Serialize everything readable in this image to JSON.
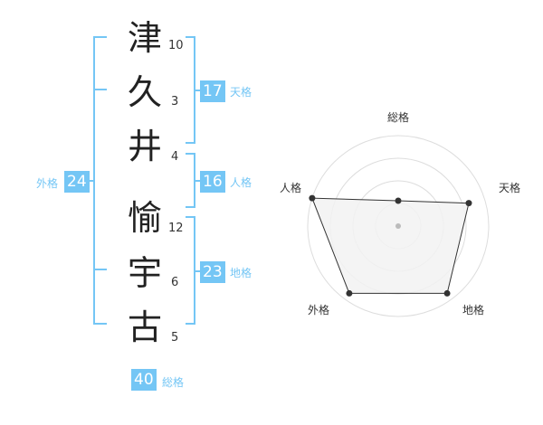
{
  "name_chars": [
    {
      "char": "津",
      "strokes": "10"
    },
    {
      "char": "久",
      "strokes": "3"
    },
    {
      "char": "井",
      "strokes": "4"
    },
    {
      "char": "愉",
      "strokes": "12"
    },
    {
      "char": "宇",
      "strokes": "6"
    },
    {
      "char": "古",
      "strokes": "5"
    }
  ],
  "fortunes": {
    "tenkaku": {
      "label": "天格",
      "value": "17"
    },
    "jinkaku": {
      "label": "人格",
      "value": "16"
    },
    "chikaku": {
      "label": "地格",
      "value": "23"
    },
    "gaikaku": {
      "label": "外格",
      "value": "24"
    },
    "soukaku": {
      "label": "総格",
      "value": "40"
    }
  },
  "colors": {
    "accent": "#74c6f5",
    "text": "#222222",
    "radar_fill": "#f2f2f2",
    "radar_grid": "#dddddd"
  },
  "chart_data": {
    "type": "radar",
    "axes": [
      "総格",
      "天格",
      "地格",
      "外格",
      "人格"
    ],
    "values": [
      0.28,
      0.82,
      0.92,
      0.92,
      1.0
    ],
    "rmax": 1.0,
    "rings": 4
  }
}
